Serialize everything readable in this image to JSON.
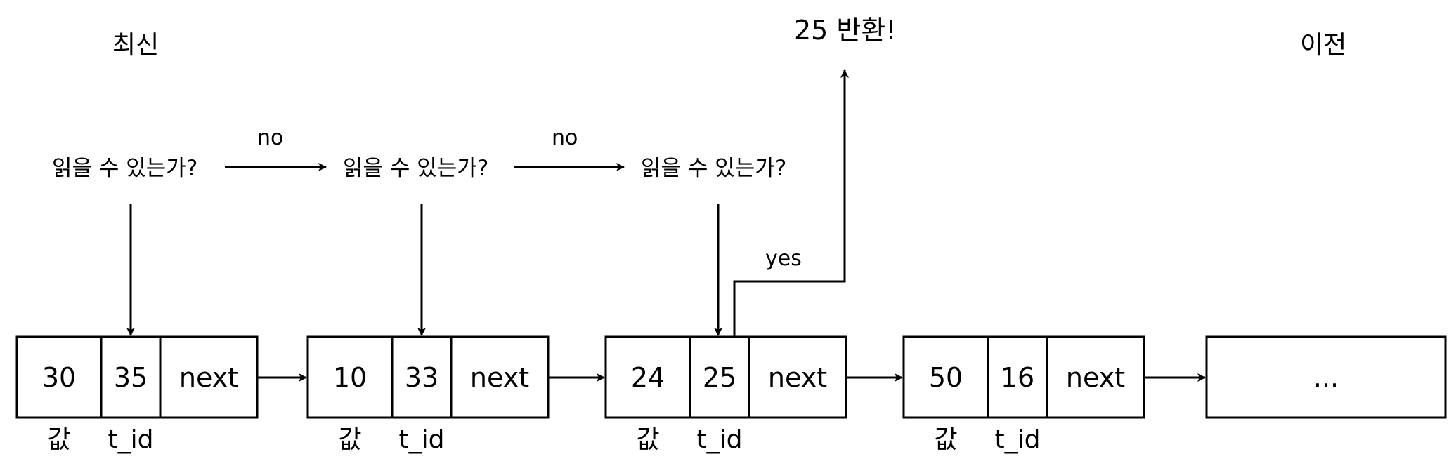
{
  "headings": {
    "latest": "최신",
    "previous": "이전",
    "result": "25 반환!"
  },
  "question_label": "읽을 수 있는가?",
  "edge_labels": {
    "no": "no",
    "yes": "yes"
  },
  "column_labels": {
    "value": "값",
    "tid": "t_id"
  },
  "nodes": [
    {
      "value": "30",
      "t_id": "35",
      "next": "next"
    },
    {
      "value": "10",
      "t_id": "33",
      "next": "next"
    },
    {
      "value": "24",
      "t_id": "25",
      "next": "next"
    },
    {
      "value": "50",
      "t_id": "16",
      "next": "next"
    }
  ],
  "tail_node": "...",
  "colors": {
    "stroke": "#000000",
    "background": "#ffffff"
  }
}
